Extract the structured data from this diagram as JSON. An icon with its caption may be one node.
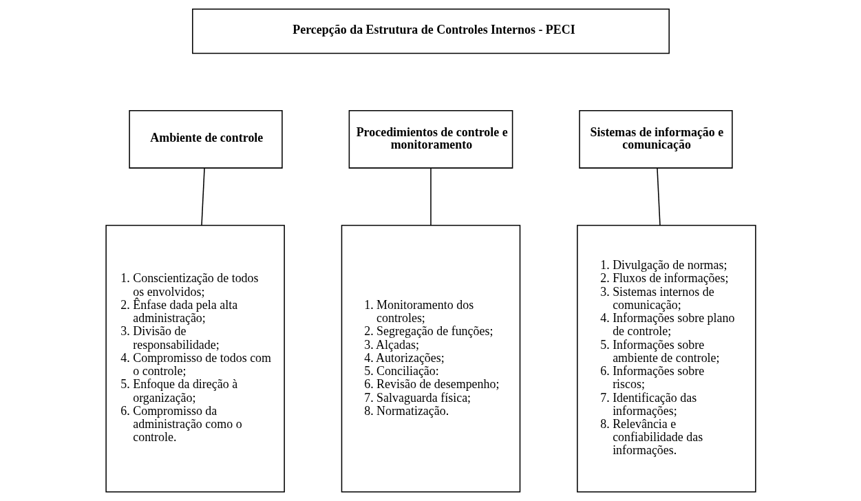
{
  "diagram": {
    "nodes": [
      {
        "text": [
          "Percepção da Estrutura de Controles Internos - PECI"
        ]
      },
      {
        "text": [
          "Ambiente de controle"
        ]
      },
      {
        "text": [
          "Procedimientos de controle e monitoramento"
        ]
      },
      {
        "text": [
          "Sistemas de informação e comunicação"
        ]
      },
      {
        "text": [
          "1. Conscientização de todos os envolvidos;",
          "2. Ênfase dada pela alta administração;",
          "3. Divisão de responsabilidade;",
          "4. Compromisso de todos com o controle;",
          "5. Enfoque da direção à organização;",
          "6. Compromisso da administração como o controle."
        ]
      },
      {
        "text": [
          "1. Monitoramento dos controles;",
          "2. Segregação de funções;",
          "3. Alçadas;",
          "4. Autorizações;",
          "5. Conciliação:",
          "6. Revisão de desempenho;",
          "7. Salvaguarda física;",
          "8. Normatização."
        ]
      },
      {
        "text": [
          "1. Divulgação de normas;",
          "2. Fluxos de informações;",
          "3. Sistemas internos de comunicação;",
          "4. Informações sobre plano de controle;",
          "5. Informações sobre ambiente de controle;",
          "6. Informações sobre riscos;",
          "7. Identificação das informações;",
          "8. Relevância e confiabilidade das informações."
        ]
      }
    ],
    "edges": [
      {
        "from": 1,
        "to": 4,
        "arrow": "none"
      },
      {
        "from": 2,
        "to": 5,
        "arrow": "none"
      },
      {
        "from": 3,
        "to": 6,
        "arrow": "none"
      }
    ]
  }
}
